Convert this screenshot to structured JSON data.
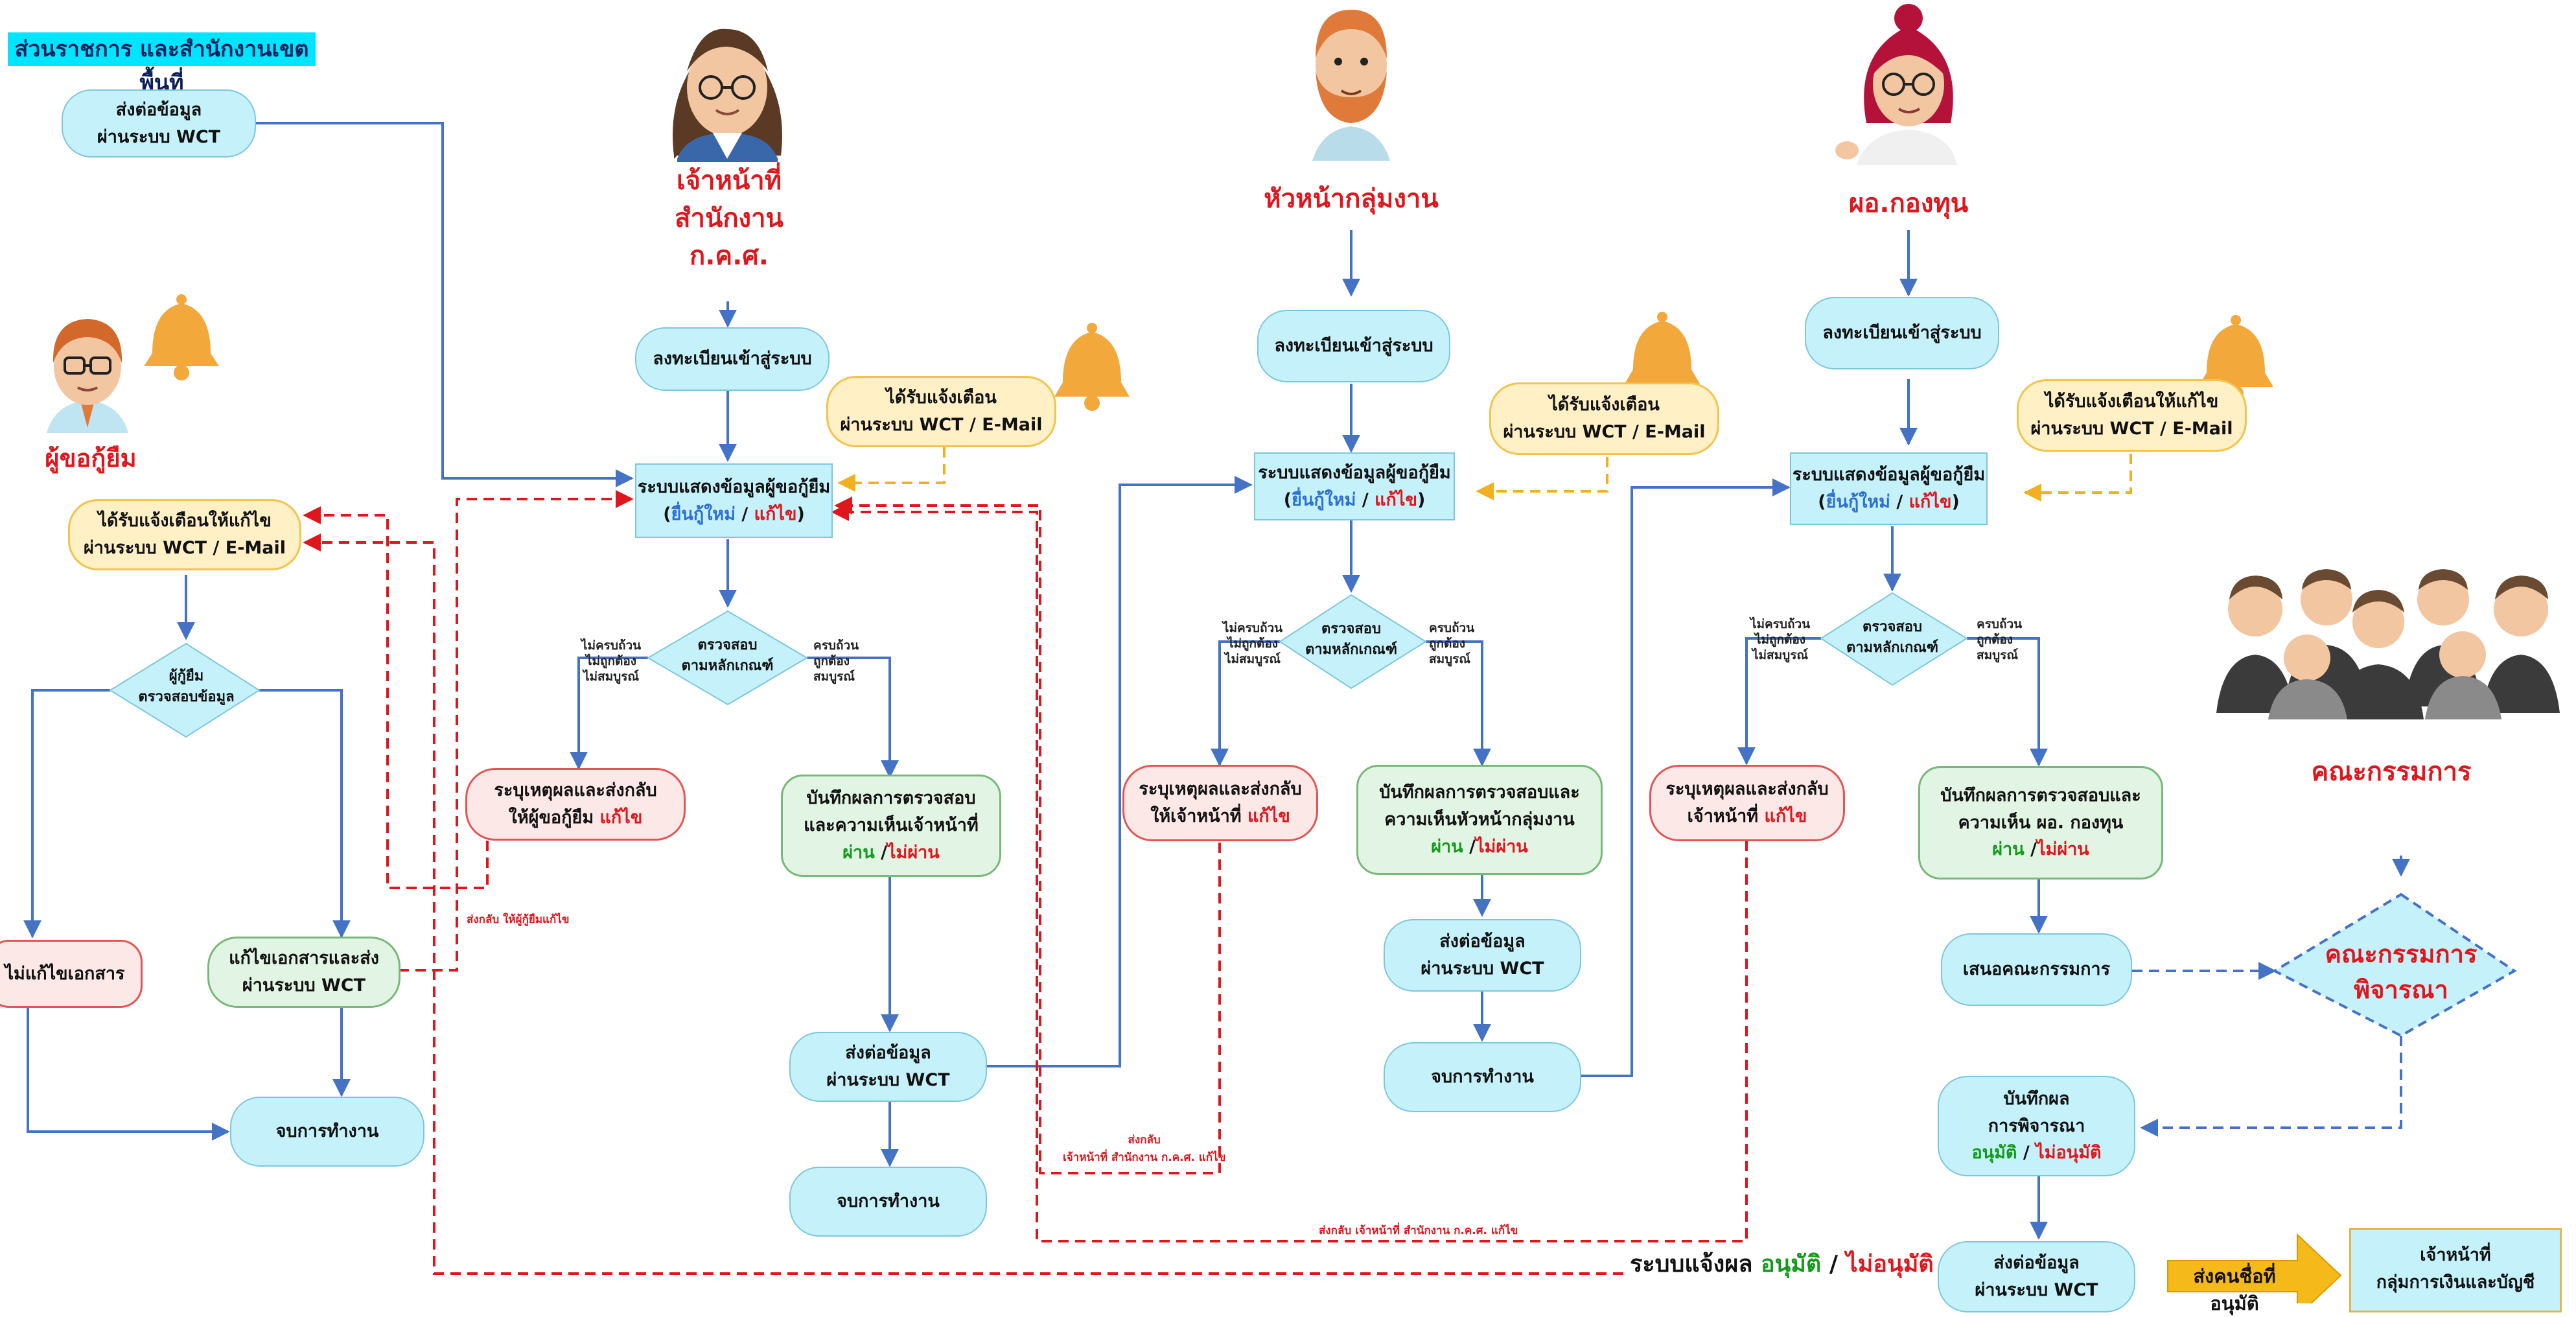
{
  "header": {
    "title": "ส่วนราชการ และสำนักงานเขตพื้นที่"
  },
  "actors": {
    "officer_line1": "เจ้าหน้าที่",
    "officer_line2": "สำนักงาน ก.ค.ศ.",
    "group_head": "หัวหน้ากลุ่มงาน",
    "fund_director": "ผอ.กองทุน",
    "borrower": "ผู้ขอกู้ยืม",
    "committee": "คณะกรรมการ"
  },
  "boxes": {
    "send_wct_l1": "ส่งต่อข้อมูล",
    "send_wct_l2": "ผ่านระบบ WCT",
    "register": "ลงทะเบียนเข้าสู่ระบบ",
    "notify_fix_l1": "ได้รับแจ้งเตือนให้แก้ไข",
    "notify_l1": "ได้รับแจ้งเตือน",
    "via_wct_email": "ผ่านระบบ WCT / E-Mail",
    "display_l1": "ระบบแสดงข้อมูลผู้ขอกู้ยืม",
    "new": "ยื่นกู้ใหม่",
    "slash": " / ",
    "fix": "แก้ไข",
    "check_l1": "ตรวจสอบ",
    "check_l2": "ตามหลักเกณฑ์",
    "borrower_check_l1": "ผู้กู้ยืม",
    "borrower_check_l2": "ตรวจสอบข้อมูล",
    "incomplete": [
      "ไม่ครบถ้วน",
      "ไม่ถูกต้อง",
      "ไม่สมบูรณ์"
    ],
    "complete": [
      "ครบถ้วน",
      "ถูกต้อง",
      "สมบูรณ์"
    ],
    "reason_l1": "ระบุเหตุผลและส่งกลับ",
    "reason_to_borrower": "ให้ผู้ขอกู้ยืม",
    "reason_to_officer": "ให้เจ้าหน้าที่",
    "reason_officer2": "เจ้าหน้าที่",
    "record_officer_l1": "บันทึกผลการตรวจสอบ",
    "record_officer_l2": "และความเห็นเจ้าหน้าที่",
    "record_head_l1": "บันทึกผลการตรวจสอบและ",
    "record_head_l2": "ความเห็นหัวหน้ากลุ่มงาน",
    "record_fund_l1": "บันทึกผลการตรวจสอบและ",
    "record_fund_l2": "ความเห็น ผอ. กองทุน",
    "pass": "ผ่าน",
    "fail": "ไม่ผ่าน",
    "end": "จบการทำงาน",
    "no_fix": "ไม่แก้ไขเอกสาร",
    "fix_doc_l1": "แก้ไขเอกสารและส่ง",
    "fix_doc_l2": "ผ่านระบบ WCT",
    "propose": "เสนอคณะกรรมการ",
    "consider_l1": "คณะกรรมการ",
    "consider_l2": "พิจารณา",
    "record_result_l1": "บันทึกผล",
    "record_result_l2": "การพิจารณา",
    "approve": "อนุมัติ",
    "not_approve": "ไม่อนุมัติ",
    "send_name_approve": "ส่งคนชื่อที่ อนุมัติ",
    "finance_l1": "เจ้าหน้าที่",
    "finance_l2": "กลุ่มการเงินและบัญชี"
  },
  "notes": {
    "return_borrower": "ส่งกลับ ให้ผู้กู้ยืมแก้ไข",
    "return_officer_l1": "ส่งกลับ",
    "return_officer_l2": "เจ้าหน้าที่ สำนักงาน ก.ค.ศ. แก้ไข",
    "return_officer_long": "ส่งกลับ เจ้าหน้าที่ สำนักงาน ก.ค.ศ. แก้ไข",
    "notify_result": "ระบบแจ้งผล"
  },
  "colors": {
    "flow_blue": "#4472c4",
    "return_red": "#e0161d",
    "notify_yellow": "#f2b01e",
    "header_cyan": "#00e5ff"
  }
}
